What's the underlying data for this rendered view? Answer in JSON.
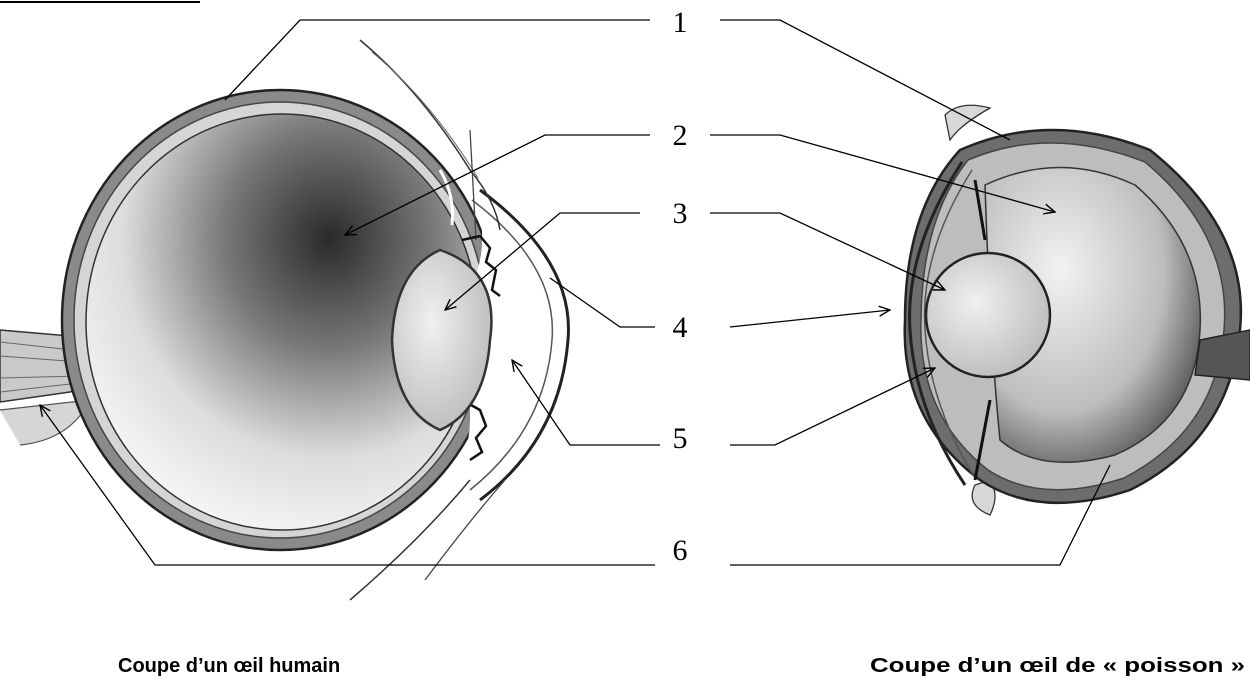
{
  "labels": [
    "1",
    "2",
    "3",
    "4",
    "5",
    "6"
  ],
  "captions": {
    "human": "Coupe d’un œil humain",
    "fish": "Coupe d’un œil de « poisson »"
  },
  "colors": {
    "ink": "#000000",
    "paper": "#ffffff"
  },
  "icons": {
    "arrowhead": "open-arrow-icon"
  }
}
